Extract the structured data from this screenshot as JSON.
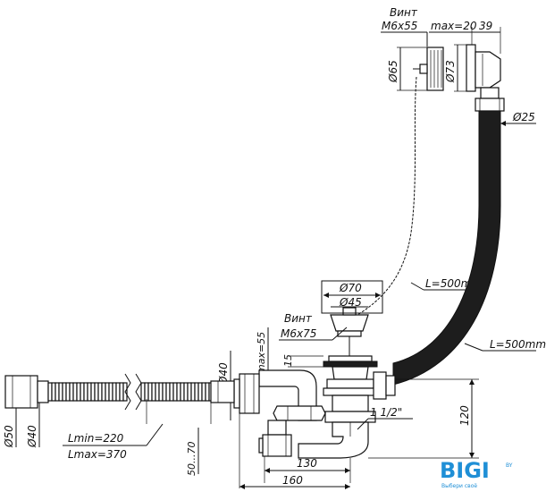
{
  "labels": {
    "vint_top": "Винт",
    "screw_top": "M6x55",
    "max20": "max=20",
    "dim39": "39",
    "d65": "Ø65",
    "d73": "Ø73",
    "d25": "Ø25",
    "cable_length": "L=500mm",
    "hose_length": "L=500mm",
    "d70": "Ø70",
    "d45": "Ø45",
    "vint_mid": "Винт",
    "screw_mid": "M6x75",
    "max55": "max=55",
    "dim15": "15",
    "d40_vertical": "Ø40",
    "thread": "1 1/2\"",
    "dim120": "120",
    "d50": "Ø50",
    "d40_left": "Ø40",
    "lmin": "Lmin=220",
    "lmax": "Lmax=370",
    "dim50_70": "50...70",
    "dim130": "130",
    "dim160": "160"
  },
  "logo": {
    "text": "BIGI",
    "suffix": "BY",
    "tagline": "Выбери своё"
  },
  "colors": {
    "line": "#111111",
    "hose_fill": "#1d1d1d",
    "logo": "#1f8fd6"
  }
}
